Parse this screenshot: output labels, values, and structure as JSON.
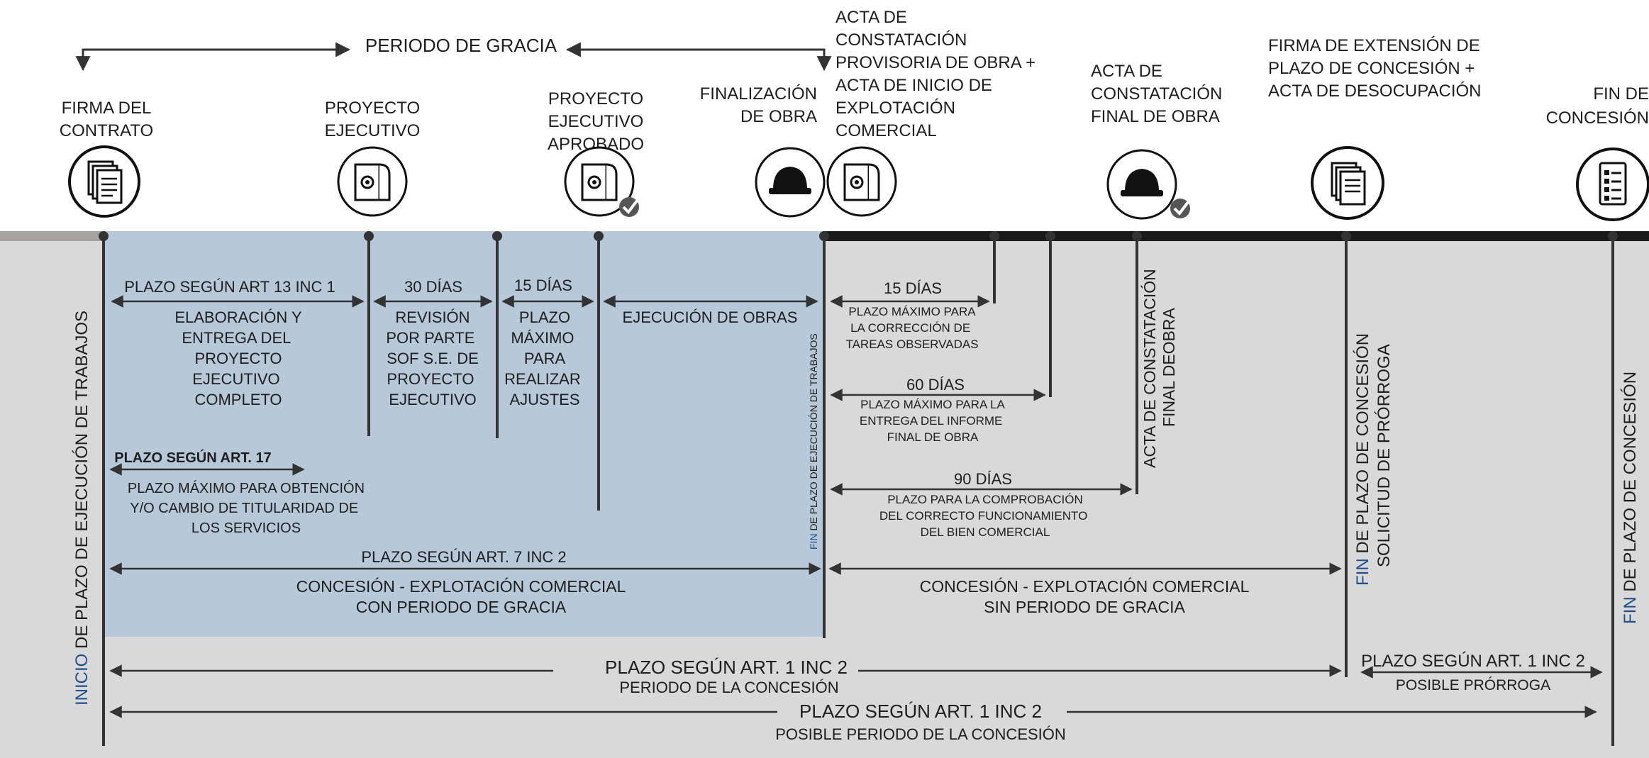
{
  "top": {
    "gracia": "PERIODO DE GRACIA",
    "m1": [
      "FIRMA DEL",
      "CONTRATO"
    ],
    "m2": [
      "PROYECTO",
      "EJECUTIVO"
    ],
    "m3": [
      "PROYECTO",
      "EJECUTIVO",
      "APROBADO"
    ],
    "m4": [
      "FINALIZACIÓN",
      "DE OBRA"
    ],
    "m5": [
      "ACTA DE",
      "CONSTATACIÓN",
      "PROVISORIA DE OBRA +",
      "ACTA DE INICIO DE",
      "EXPLOTACIÓN",
      "COMERCIAL"
    ],
    "m6": [
      "ACTA DE",
      "CONSTATACIÓN",
      "FINAL DE OBRA"
    ],
    "m7": [
      "FIRMA DE EXTENSIÓN DE",
      "PLAZO DE CONCESIÓN +",
      "ACTA DE DESOCUPACIÓN"
    ],
    "m8": [
      "FIN DE",
      "CONCESIÓN"
    ]
  },
  "icons": {
    "contrato": "document-icon",
    "proyecto": "blueprint-icon",
    "aprobado": "approved-blueprint-icon",
    "obra": "hardhat-icon",
    "acta_prov": "blueprint-icon",
    "acta_final": "approved-hardhat-icon",
    "extension": "document-icon",
    "fin": "checklist-icon"
  },
  "spans": {
    "art13": "PLAZO SEGÚN ART 13 INC 1",
    "elab": [
      "ELABORACIÓN Y",
      "ENTREGA  DEL",
      "PROYECTO",
      "EJECUTIVO",
      "COMPLETO"
    ],
    "d30": "30 DÍAS",
    "rev": [
      "REVISIÓN",
      "POR PARTE",
      "SOF S.E. DE",
      "PROYECTO",
      "EJECUTIVO"
    ],
    "d15a": "15 DÍAS",
    "plazo": [
      "PLAZO",
      "MÁXIMO",
      "PARA",
      "REALIZAR",
      "AJUSTES"
    ],
    "ejec": "EJECUCIÓN DE OBRAS",
    "art17": "PLAZO SEGÚN ART. 17",
    "serv": [
      "PLAZO MÁXIMO PARA OBTENCIÓN",
      "Y/O CAMBIO DE TITULARIDAD DE",
      "LOS SERVICIOS"
    ],
    "art7": "PLAZO SEGÚN ART. 7 INC 2",
    "conc_con": [
      "CONCESIÓN - EXPLOTACIÓN COMERCIAL",
      "CON PERIODO DE GRACIA"
    ],
    "d15b": "15 DÍAS",
    "corr": [
      "PLAZO MÁXIMO PARA",
      "LA CORRECCIÓN DE",
      "TAREAS OBSERVADAS"
    ],
    "d60": "60 DÍAS",
    "inf": [
      "PLAZO MÁXIMO PARA LA",
      "ENTREGA DEL INFORME",
      "FINAL DE OBRA"
    ],
    "d90": "90 DÍAS",
    "comp": [
      "PLAZO PARA LA COMPROBACIÓN",
      "DEL CORRECTO FUNCIONAMIENTO",
      "DEL BIEN COMERCIAL"
    ],
    "conc_sin": [
      "CONCESIÓN - EXPLOTACIÓN COMERCIAL",
      "SIN  PERIODO DE GRACIA"
    ],
    "art1a": "PLAZO SEGÚN ART. 1 INC 2",
    "periodo": "PERIODO DE LA CONCESIÓN",
    "art1b": "PLAZO SEGÚN ART. 1 INC 2",
    "prorroga": "POSIBLE PRÓRROGA",
    "art1c": "PLAZO SEGÚN ART. 1 INC 2",
    "posible": "POSIBLE PERIODO DE LA CONCESIÓN"
  },
  "vertical": {
    "inicio_blue": "INICIO",
    "inicio_rest": " DE PLAZO DE EJECUCIÓN DE TRABAJOS",
    "fin_ejec_blue": "FIN",
    "fin_ejec_rest": " DE PLAZO DE EJECUCIÓN DE TRABAJOS",
    "acta_final": [
      "ACTA DE CONSTATACIÓN",
      "FINAL  DEOBRA"
    ],
    "fin_plazo_blue": "FIN",
    "fin_plazo_rest": " DE PLAZO DE CONCESIÓN",
    "solicitud": "SOLICITUD DE PRÓRROGA",
    "fin_conc_blue": "FIN",
    "fin_conc_rest": " DE PLAZO DE CONCESIÓN"
  },
  "colors": {
    "band_grey": "#d9d9d9",
    "band_blue": "#b7c8d9",
    "accent_blue": "#1f4e8c",
    "timeline_dark": "#1a1a1a",
    "timeline_light": "#a8a3a3"
  }
}
